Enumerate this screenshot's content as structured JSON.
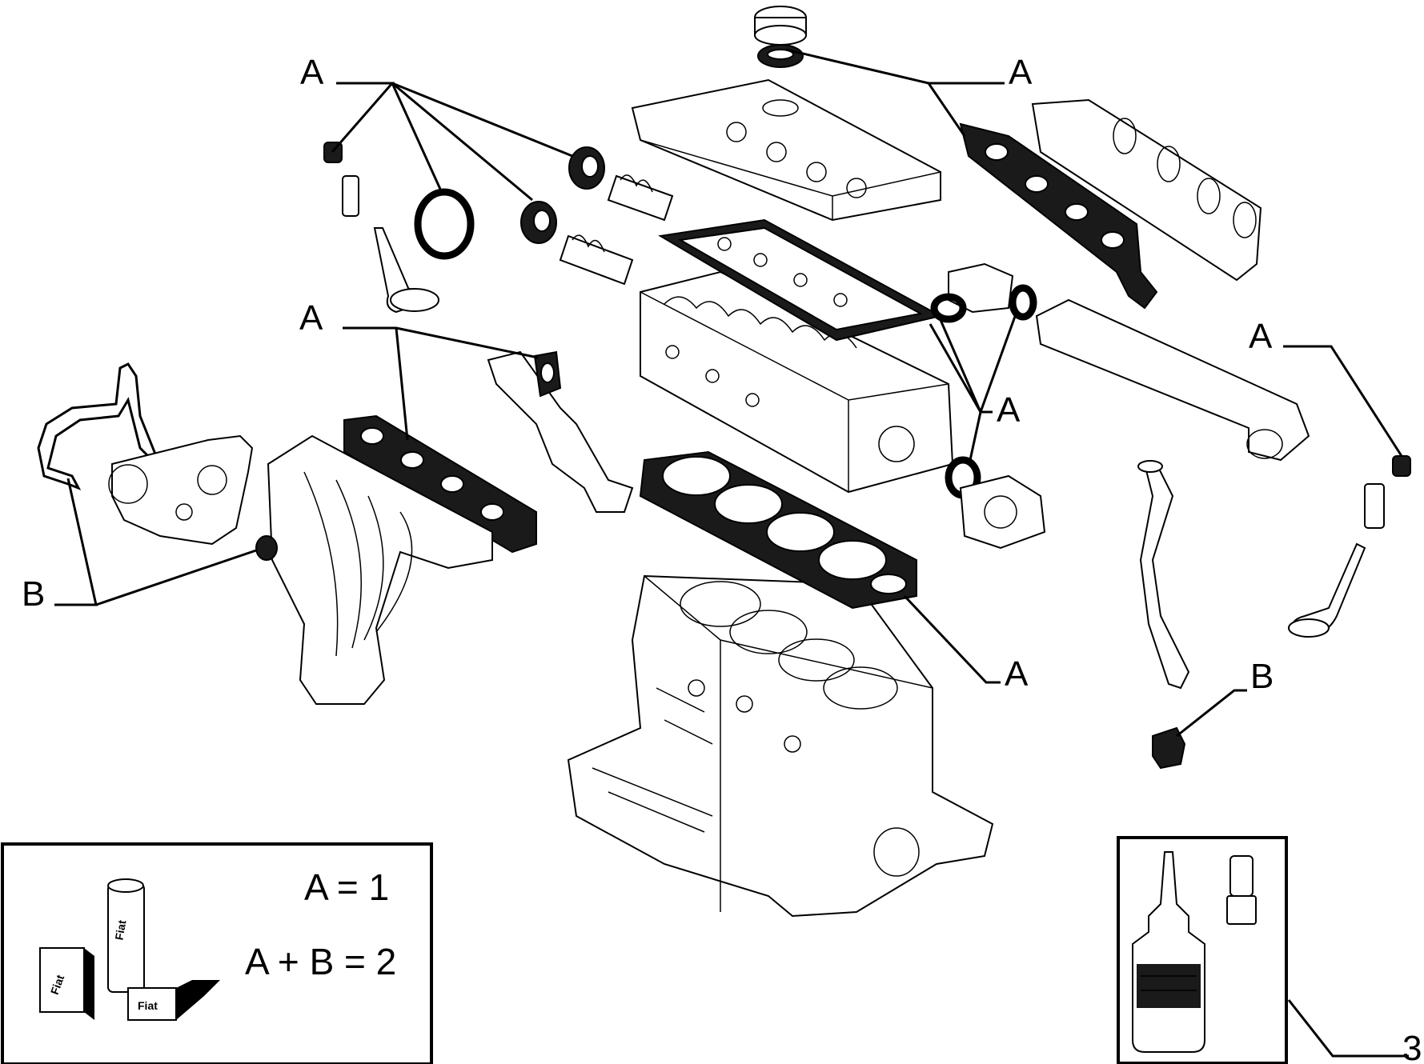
{
  "callouts": {
    "a_top_left": "A",
    "a_top_right": "A",
    "a_mid_left": "A",
    "a_mid_center": "A",
    "a_right": "A",
    "a_bottom": "A",
    "b_left": "B",
    "b_right": "B",
    "num_3": "3"
  },
  "legend": {
    "line1": "A = 1",
    "line2": "A + B = 2"
  },
  "kit_brand": "Fiat",
  "colors": {
    "ink": "#000000",
    "paper": "#ffffff"
  }
}
